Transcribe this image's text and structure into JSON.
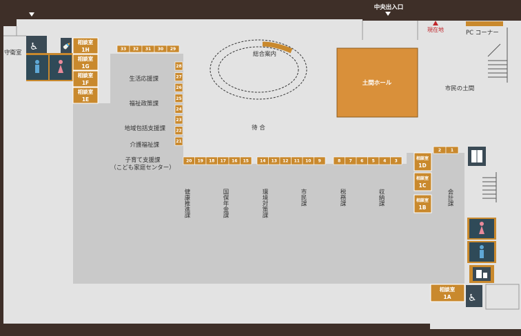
{
  "floor": {
    "entrance_label": "中央出入口",
    "current_location": "現在地",
    "pc_corner": "PC コーナー",
    "guard_room": "守衛室",
    "info_desk": "総合案内",
    "waiting": "待 合",
    "doma_hall": "土間ホール",
    "citizen_doma": "市民の土間",
    "colors": {
      "background": "#3e2f28",
      "floor": "#e3e3e3",
      "area": "#c9c9c9",
      "counter": "#c9892d",
      "hall": "#d9903a",
      "marker": "#c0262b",
      "toilet": "#2f4a58",
      "icon_bg": "#3a4a55"
    }
  },
  "departments": {
    "seikatsu": "生活応援課",
    "fukushi_seisaku": "福祉政策課",
    "chiiki": "地域包括支援課",
    "kaigo": "介護福祉課",
    "kosodate_line1": "子育て支援課",
    "kosodate_line2": "（こども家庭センター）",
    "kenko": "健康推進課",
    "kokuho": "国保年金課",
    "kankyo": "環境対策課",
    "shimin": "市民課",
    "zeimu": "税務課",
    "shuno": "収納課",
    "kaikei": "会計課"
  },
  "counters": {
    "top": [
      "33",
      "32",
      "31",
      "30",
      "29"
    ],
    "left_col": [
      "28",
      "27",
      "26",
      "25",
      "24",
      "23",
      "22",
      "21"
    ],
    "bottom_a": [
      "20",
      "19",
      "18",
      "17",
      "16",
      "15"
    ],
    "bottom_b": [
      "14",
      "13",
      "12",
      "11",
      "10",
      "9"
    ],
    "bottom_c": [
      "8",
      "7",
      "6",
      "5",
      "4",
      "3"
    ],
    "right": [
      "2",
      "1"
    ]
  },
  "rooms": {
    "r1H_a": "相談室",
    "r1H_b": "1H",
    "r1G_a": "相談室",
    "r1G_b": "1G",
    "r1F_a": "相談室",
    "r1F_b": "1F",
    "r1E_a": "相談室",
    "r1E_b": "1E",
    "r1D_a": "相談室",
    "r1D_b": "1D",
    "r1C_a": "相談室",
    "r1C_b": "1C",
    "r1B_a": "相談室",
    "r1B_b": "1B",
    "r1A_a": "相談室",
    "r1A_b": "1A"
  }
}
